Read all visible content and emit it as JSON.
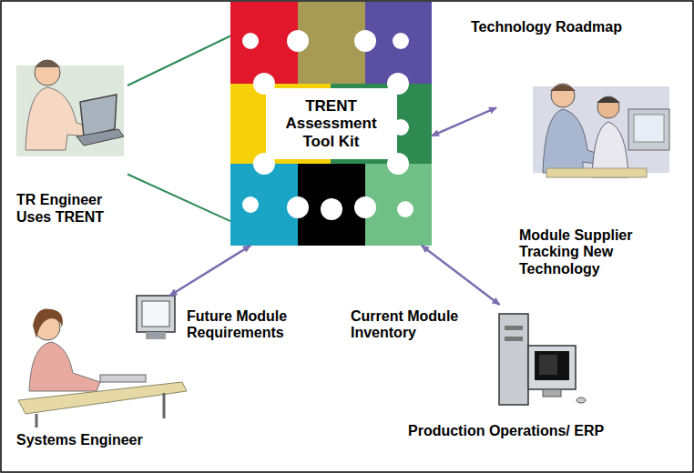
{
  "diagram": {
    "nodes": [
      {
        "text": [
          "TRENT Assessment Tool Kit"
        ]
      },
      {
        "text": [
          "TR Engineer Uses TRENT"
        ]
      },
      {
        "text": [
          "Module Supplier Tracking New Technology"
        ]
      },
      {
        "text": [
          "Systems Engineer"
        ]
      },
      {
        "text": [
          "Production Operations/ ERP"
        ]
      }
    ],
    "edges": [
      {
        "from": 1,
        "to": 0,
        "arrow": "none"
      },
      {
        "from": 0,
        "to": 2,
        "label": "Technology Roadmap",
        "arrow": "both"
      },
      {
        "from": 0,
        "to": 3,
        "label": "Future Module Requirements",
        "arrow": "both"
      },
      {
        "from": 0,
        "to": 4,
        "label": "Current Module Inventory",
        "arrow": "both"
      }
    ]
  }
}
